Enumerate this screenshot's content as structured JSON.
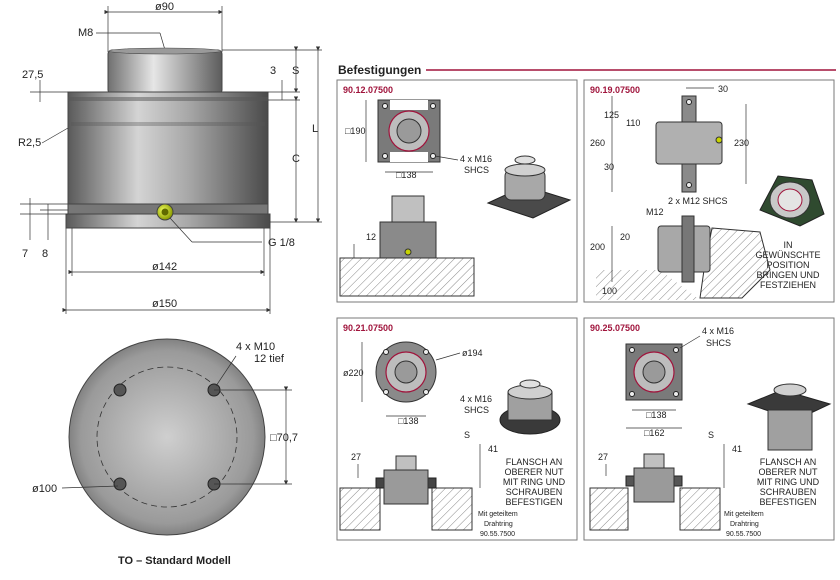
{
  "main_drawing": {
    "dims": {
      "top_diameter": "ø90",
      "thread": "M8",
      "height_27_5": "27,5",
      "s_3": "3",
      "s_label": "S",
      "l_label": "L",
      "c_label": "C",
      "radius": "R2,5",
      "d7": "7",
      "d8": "8",
      "port": "G 1/8",
      "d142": "ø142",
      "d150": "ø150"
    },
    "bottom_view": {
      "holes": "4 x M10",
      "holes_depth": "12 tief",
      "square": "□70,7",
      "bolt_circle": "ø100"
    },
    "caption": "TO – Standard Modell"
  },
  "befestigungen": {
    "title": "Befestigungen",
    "panels": [
      {
        "code": "90.12.07500",
        "labels": {
          "d190": "□190",
          "d138": "□138",
          "screws": "4 x M16",
          "screws_type": "SHCS",
          "d12": "12"
        }
      },
      {
        "code": "90.19.07500",
        "labels": {
          "d30": "30",
          "d125": "125",
          "d110": "110",
          "d260": "260",
          "d230": "230",
          "d30b": "30",
          "screws": "2 x M12 SHCS",
          "m12": "M12",
          "d20": "20",
          "d200": "200",
          "d100": "100",
          "note1": "IN",
          "note2": "GEWÜNSCHTE",
          "note3": "POSITION",
          "note4": "BRINGEN UND",
          "note5": "FESTZIEHEN"
        }
      },
      {
        "code": "90.21.07500",
        "labels": {
          "d194": "ø194",
          "d220": "ø220",
          "d138": "□138",
          "screws": "4 x M16",
          "screws_type": "SHCS",
          "s": "S",
          "d41": "41",
          "d27": "27",
          "note1": "FLANSCH AN",
          "note2": "OBERER NUT",
          "note3": "MIT RING UND",
          "note4": "SCHRAUBEN",
          "note5": "BEFESTIGEN",
          "ring1": "Mit geteiltem",
          "ring2": "Drahtring",
          "ring3": "90.55.7500"
        }
      },
      {
        "code": "90.25.07500",
        "labels": {
          "screws": "4 x M16",
          "screws_type": "SHCS",
          "d138": "□138",
          "d162": "□162",
          "s": "S",
          "d41": "41",
          "d27": "27",
          "note1": "FLANSCH AN",
          "note2": "OBERER NUT",
          "note3": "MIT RING UND",
          "note4": "SCHRAUBEN",
          "note5": "BEFESTIGEN",
          "ring1": "Mit geteiltem",
          "ring2": "Drahtring",
          "ring3": "90.55.7500"
        }
      }
    ]
  },
  "colors": {
    "accent": "#a0143c",
    "metal_dark": "#6e6e6e",
    "metal_light": "#d8d8d8",
    "port": "#c8d400"
  }
}
